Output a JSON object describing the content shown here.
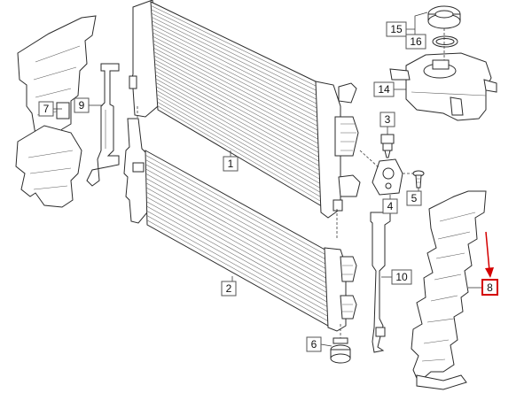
{
  "callouts": [
    {
      "id": "1",
      "label": "1"
    },
    {
      "id": "2",
      "label": "2"
    },
    {
      "id": "3",
      "label": "3"
    },
    {
      "id": "4",
      "label": "4"
    },
    {
      "id": "5",
      "label": "5"
    },
    {
      "id": "6",
      "label": "6"
    },
    {
      "id": "7",
      "label": "7"
    },
    {
      "id": "8",
      "label": "8"
    },
    {
      "id": "9",
      "label": "9"
    },
    {
      "id": "10",
      "label": "10"
    },
    {
      "id": "14",
      "label": "14"
    },
    {
      "id": "15",
      "label": "15"
    },
    {
      "id": "16",
      "label": "16"
    }
  ],
  "highlight": {
    "part": "8",
    "color": "#d40000"
  }
}
